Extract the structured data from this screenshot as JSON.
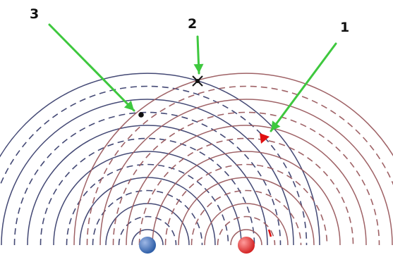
{
  "labels": {
    "point_1": "1",
    "point_2": "2",
    "point_3": "3"
  },
  "colors": {
    "blue_wave": "#3a3f6e",
    "red_wave": "#9a5a5e",
    "arrow": "#3ec83e",
    "blue_source": "#2f5fa8",
    "red_source": "#d42525",
    "marker_black": "#111111",
    "marker_red": "#e01010"
  },
  "sources": [
    {
      "name": "blue-source",
      "color": "blue_source"
    },
    {
      "name": "red-source",
      "color": "red_source"
    }
  ],
  "wavefronts": {
    "solid_count": 7,
    "dashed_count": 6
  },
  "markers": [
    {
      "label": "point_1",
      "kind": "triangle",
      "color": "marker_red"
    },
    {
      "label": "point_2",
      "kind": "cross",
      "color": "marker_black"
    },
    {
      "label": "point_3",
      "kind": "dot",
      "color": "marker_black"
    }
  ]
}
